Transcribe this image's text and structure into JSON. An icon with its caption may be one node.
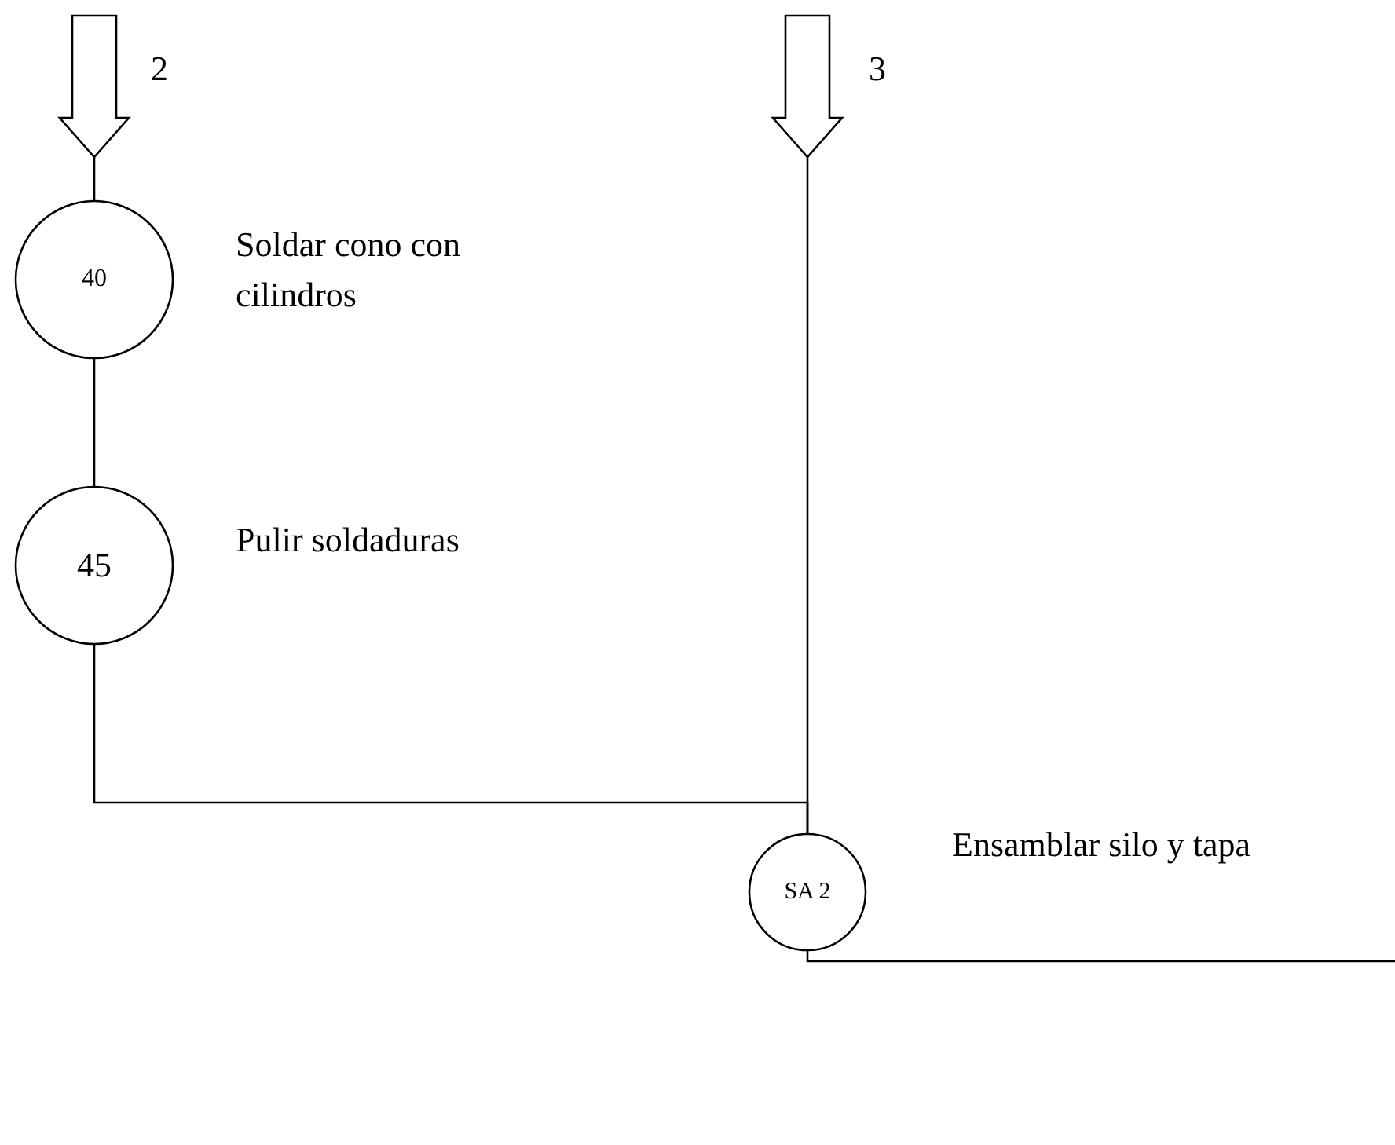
{
  "diagram": {
    "nodes": [
      {
        "text": [],
        "shape": "arrow",
        "beside": [
          "2"
        ]
      },
      {
        "text": [],
        "shape": "arrow",
        "beside": [
          "3"
        ]
      },
      {
        "text": [
          "40"
        ],
        "beside": [
          "Soldar cono con cilindros"
        ]
      },
      {
        "text": [
          "45"
        ],
        "beside": [
          "Pulir soldaduras"
        ]
      },
      {
        "text": [
          "SA 2"
        ],
        "beside": [
          "Ensamblar silo y tapa"
        ]
      }
    ],
    "edges": [
      {
        "from": 0,
        "to": 2,
        "arrow": "none"
      },
      {
        "from": 2,
        "to": 3,
        "arrow": "none"
      },
      {
        "from": 3,
        "to": 4,
        "arrow": "none"
      },
      {
        "from": 1,
        "to": 4,
        "arrow": "none"
      },
      {
        "from": 4,
        "to": null,
        "arrow": "none"
      }
    ]
  }
}
